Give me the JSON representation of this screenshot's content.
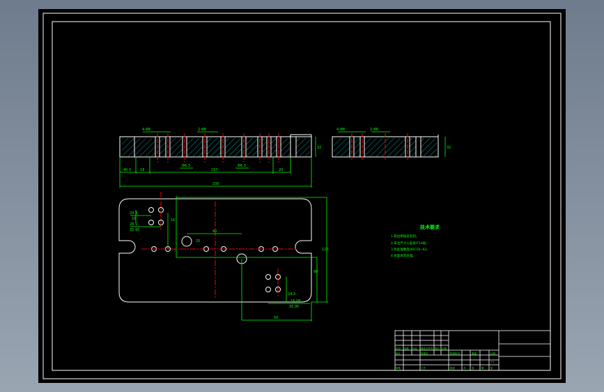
{
  "colors": {
    "background": "#000000",
    "outline": "#ffffff",
    "dimension": "#00ff00",
    "centerline": "#ff0000",
    "hatch": "#00ffff",
    "frame_outer": "#ffffff",
    "title_block": "#ffffff"
  },
  "front_view": {
    "dims_top": [
      "4-Φ8",
      "2-Φ8"
    ],
    "dims_bottom": [
      "Φ6.3",
      "Φ6.3"
    ],
    "dims_lower": [
      "40.5",
      "18",
      "157",
      "20"
    ],
    "overall": "230",
    "height": "32"
  },
  "side_view": {
    "dims_top": [
      "4-Φ8",
      "2-Φ8"
    ],
    "height": "32"
  },
  "plan_view": {
    "left_dims": [
      "24.3",
      "16",
      "28.5",
      "35.95"
    ],
    "mid_dims": [
      "40",
      "25"
    ],
    "right_dims": [
      "120",
      "80",
      "24.3",
      "35.95"
    ],
    "bottom_dims": [
      "16.08",
      "50"
    ],
    "misc": [
      "16"
    ]
  },
  "tech_requirements": {
    "title": "技术要求",
    "lines": [
      "1.锐边倒角去毛刺。",
      "2.未注尺寸公差按IT14级。",
      "3.热处理硬度HRC58~62。",
      "4.表面发黑处理。"
    ]
  },
  "title_block": {
    "row_labels": [
      "标记",
      "处数",
      "分区",
      "更改文件号",
      "签名",
      "日期"
    ],
    "row2": [
      "设计",
      "标准化",
      "阶段标记",
      "重量",
      "比例"
    ],
    "row3": [
      "审核",
      "工艺",
      "批准",
      "共",
      "张",
      "第",
      "张"
    ],
    "scale": "1:1"
  }
}
